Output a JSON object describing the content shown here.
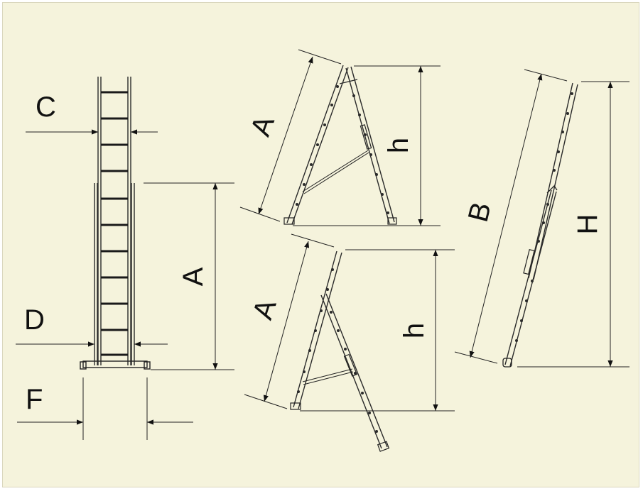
{
  "diagram": {
    "background_color": "#f5f3dc",
    "line_color": "#222222",
    "labels": {
      "c": "C",
      "d": "D",
      "f": "F",
      "a_front": "A",
      "a_top": "A",
      "h_top": "h",
      "a_bottom": "A",
      "h_bottom": "h",
      "b": "B",
      "h_extended": "H"
    }
  }
}
